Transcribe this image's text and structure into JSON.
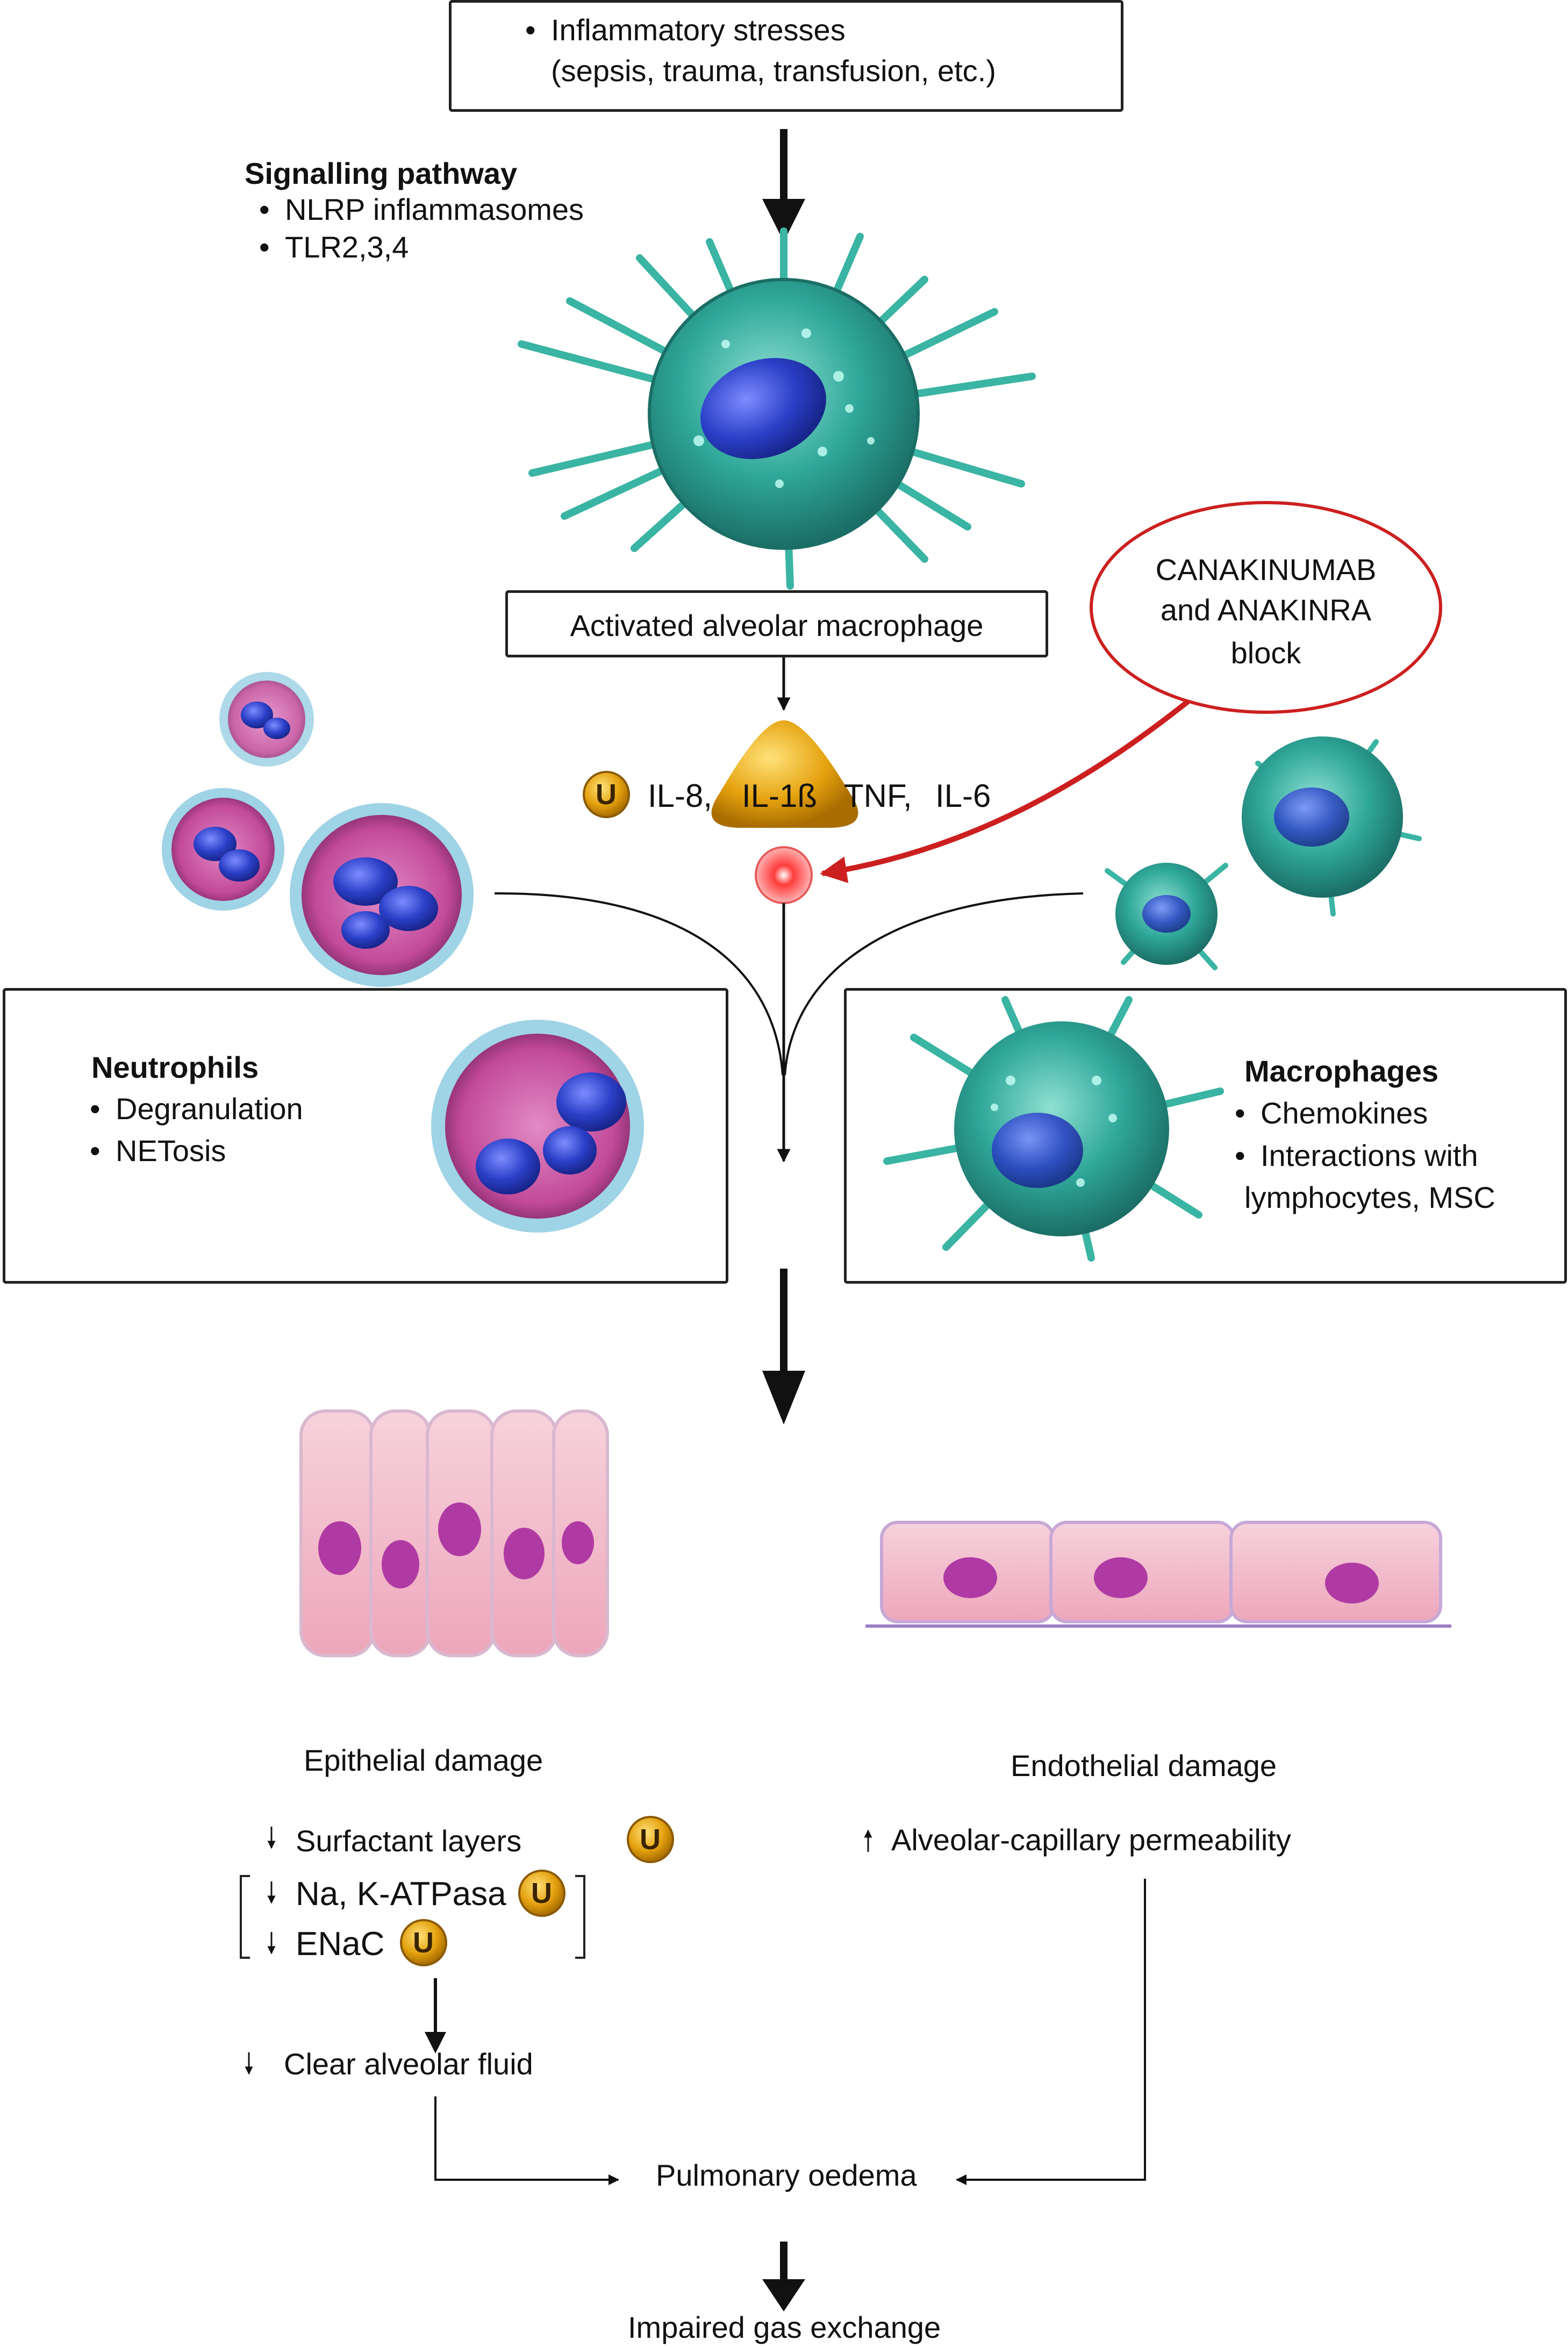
{
  "stress": {
    "title": "Inflammatory stresses",
    "examples": "(sepsis, trauma, transfusion, etc.)"
  },
  "signalling": {
    "heading": "Signalling pathway",
    "items": [
      "NLRP inflammasomes",
      "TLR2,3,4"
    ]
  },
  "macrophage_box": "Activated alveolar macrophage",
  "blocker": {
    "line1": "CANAKINUMAB",
    "line2": "and ANAKINRA",
    "line3": "block"
  },
  "cytokines": {
    "badge": "U",
    "il8": "IL-8,",
    "il1b": "IL-1ß",
    "tnf": "TNF,",
    "il6": "IL-6"
  },
  "neutrophils": {
    "heading": "Neutrophils",
    "items": [
      "Degranulation",
      "NETosis"
    ]
  },
  "macrophages": {
    "heading": "Macrophages",
    "items": [
      "Chemokines",
      "Interactions with"
    ],
    "continuation": "lymphocytes, MSC"
  },
  "epithelial": {
    "title": "Epithelial damage",
    "surfactant": "Surfactant layers",
    "na_k": "Na, K-ATPasa",
    "enac": "ENaC",
    "clear": "Clear alveolar fluid"
  },
  "endothelial": {
    "title": "Endothelial damage",
    "permeability": "Alveolar-capillary permeability"
  },
  "outcome": {
    "oedema": "Pulmonary oedema",
    "gas": "Impaired gas exchange"
  },
  "colors": {
    "macrophage": "#2fa89a",
    "neutrophil_membrane": "#9fd3e6",
    "neutrophil_body": "#c24a9a",
    "nucleus": "#2a3fc7",
    "block_red": "#cc1f1f",
    "badge_gold": "#e5a20f"
  }
}
